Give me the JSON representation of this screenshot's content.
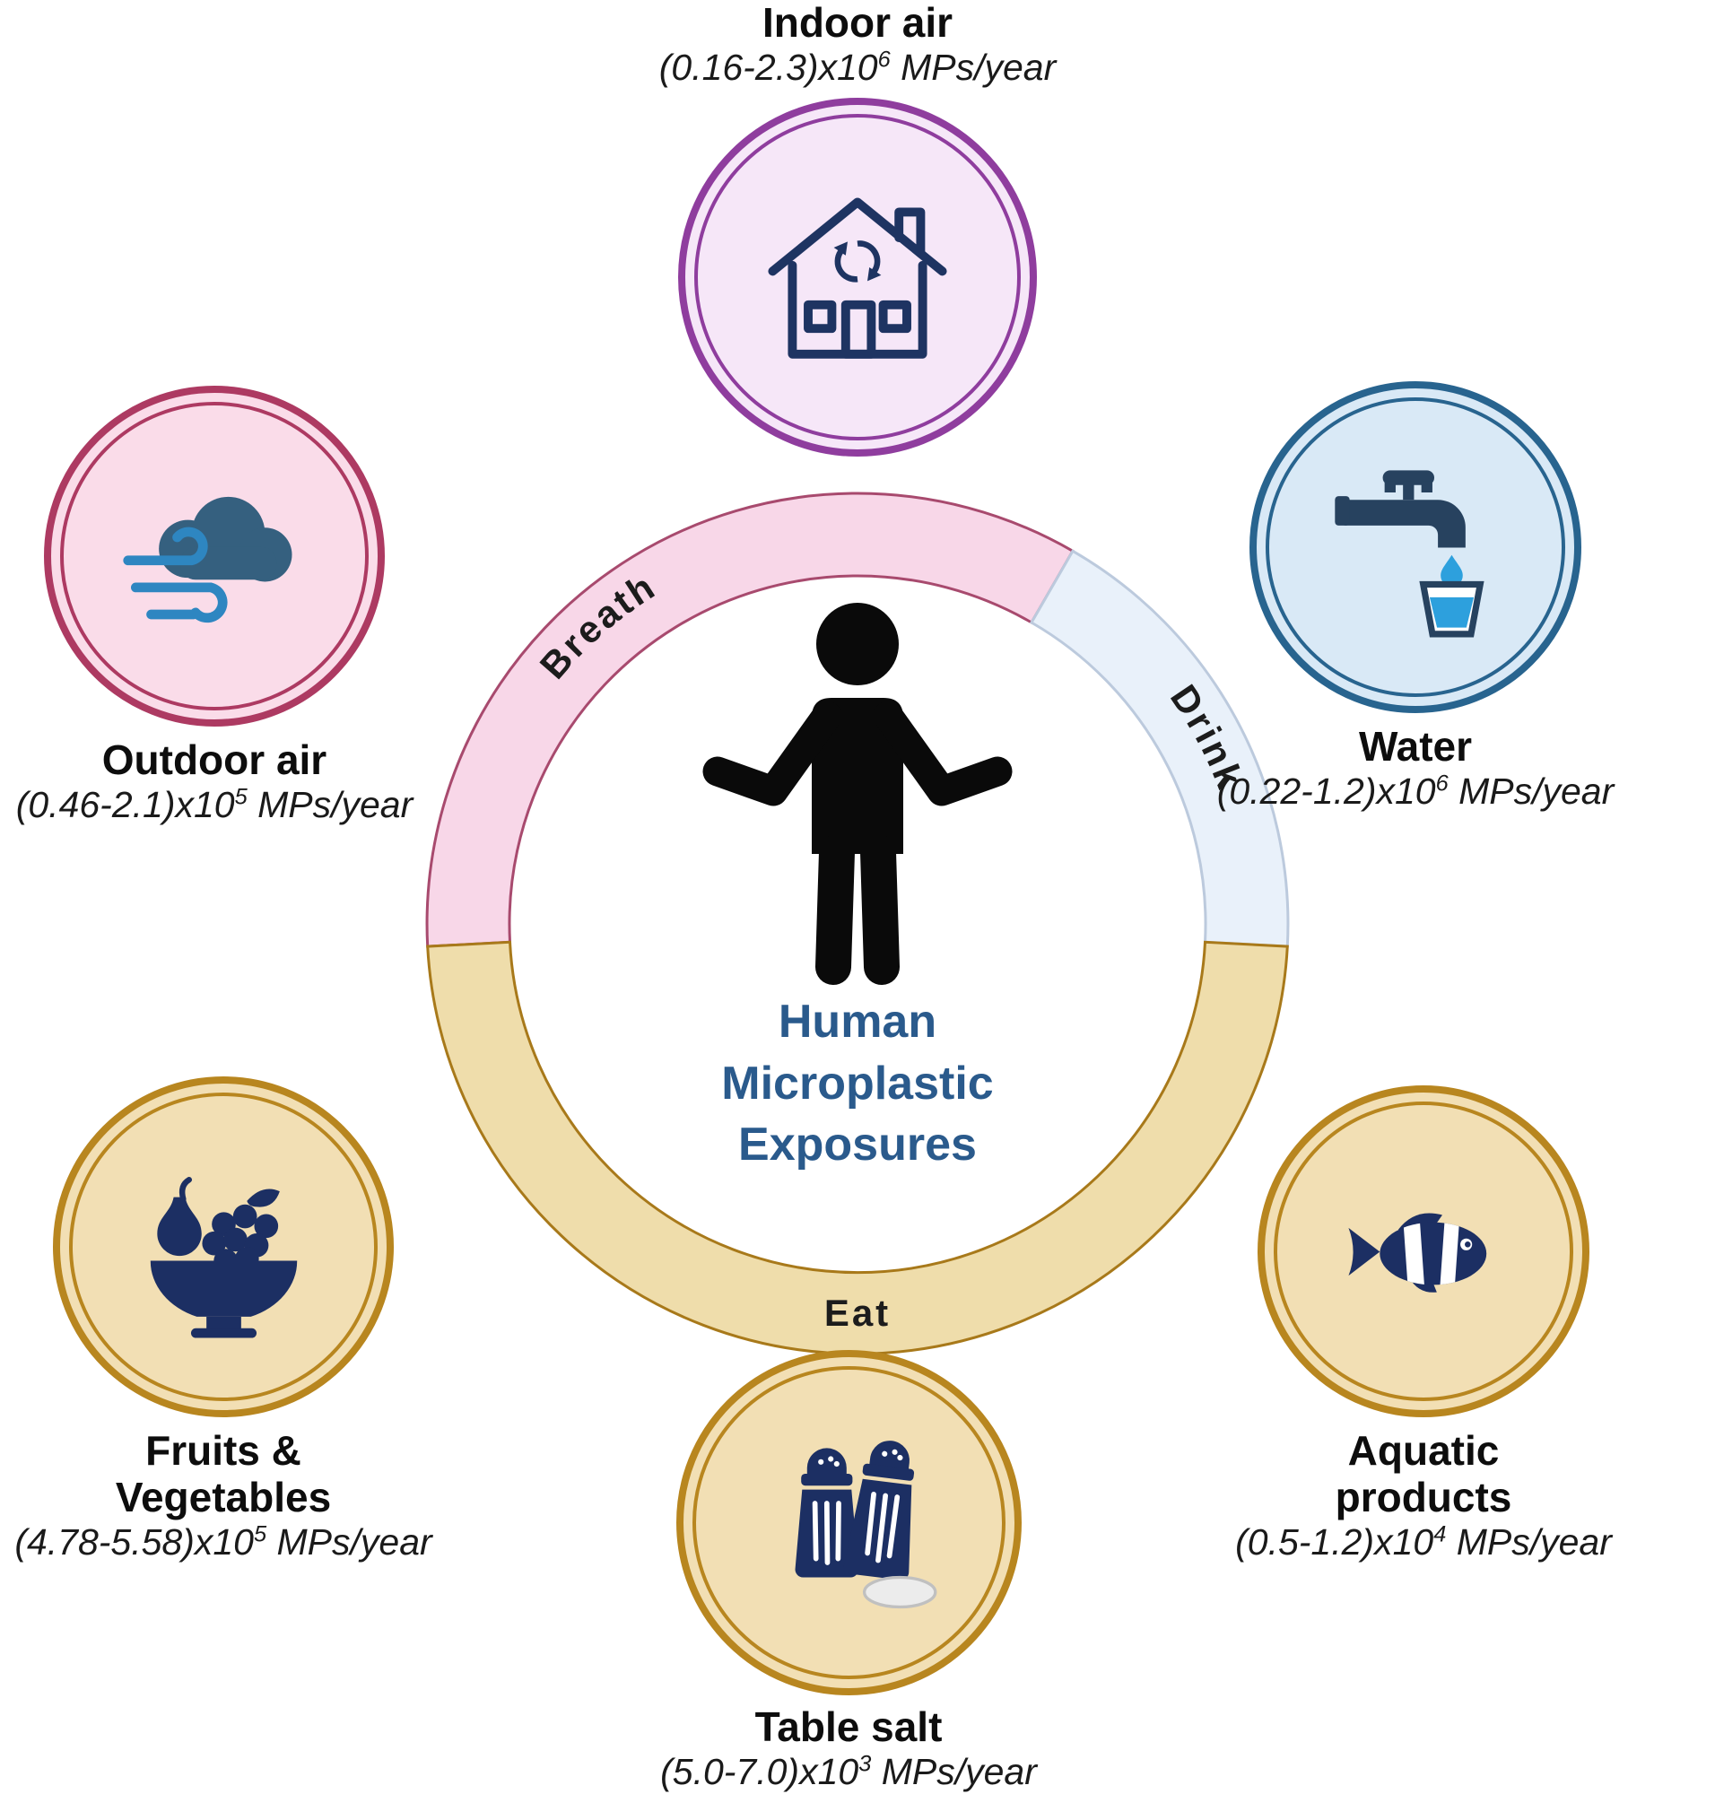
{
  "center": {
    "title_lines": [
      "Human",
      "Microplastic",
      "Exposures"
    ],
    "title_color": "#2a5a8c"
  },
  "ring": {
    "segments": [
      {
        "label": "Breath",
        "fill": "#f8d7e8",
        "border": "#a84a6e"
      },
      {
        "label": "Drink",
        "fill": "#e9f1fa",
        "border": "#bccadd"
      },
      {
        "label": "Eat",
        "fill": "#efddab",
        "border": "#a8791a"
      }
    ]
  },
  "sources": [
    {
      "title": "Indoor air",
      "value_base": "(0.16-2.3)x10",
      "value_exp": "6",
      "value_unit": " MPs/year",
      "ring_color": "#8f3d9e",
      "fill_color": "#f6e7f8",
      "icon": "house-ventilation-icon"
    },
    {
      "title": "Water",
      "value_base": "(0.22-1.2)x10",
      "value_exp": "6",
      "value_unit": " MPs/year",
      "ring_color": "#28648f",
      "fill_color": "#d9e9f6",
      "icon": "faucet-glass-icon"
    },
    {
      "title": "Outdoor air",
      "value_base": "(0.46-2.1)x10",
      "value_exp": "5",
      "value_unit": " MPs/year",
      "ring_color": "#ad3a62",
      "fill_color": "#fadce9",
      "icon": "wind-cloud-icon"
    },
    {
      "title": "Fruits &\nVegetables",
      "value_base": "(4.78-5.58)x10",
      "value_exp": "5",
      "value_unit": " MPs/year",
      "ring_color": "#b8861f",
      "fill_color": "#f2dfb4",
      "icon": "fruit-bowl-icon"
    },
    {
      "title": "Table salt",
      "value_base": "(5.0-7.0)x10",
      "value_exp": "3",
      "value_unit": " MPs/year",
      "ring_color": "#b8861f",
      "fill_color": "#f2dfb4",
      "icon": "salt-shakers-icon"
    },
    {
      "title": "Aquatic\nproducts",
      "value_base": "(0.5-1.2)x10",
      "value_exp": "4",
      "value_unit": " MPs/year",
      "ring_color": "#b8861f",
      "fill_color": "#f2dfb4",
      "icon": "clownfish-icon"
    }
  ],
  "person": {
    "color": "#0a0a0a"
  }
}
